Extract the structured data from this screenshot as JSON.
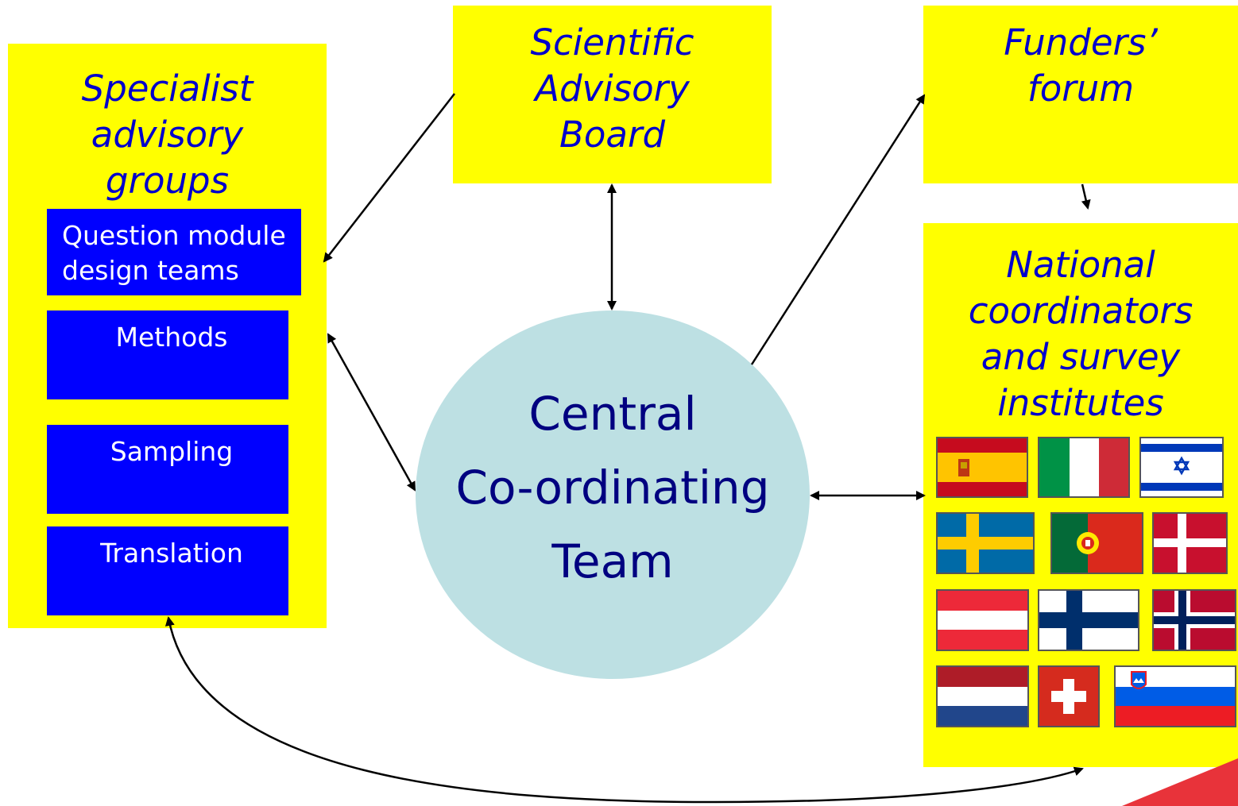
{
  "specialist": {
    "title": "Specialist\nadvisory\ngroups",
    "teams": [
      "Question module\ndesign teams",
      "Methods",
      "Sampling",
      "Translation"
    ]
  },
  "scientific_board": {
    "title": "Scientific\nAdvisory\nBoard"
  },
  "funders_forum": {
    "title": "Funders’\nforum"
  },
  "central_team": {
    "title": "Central\nCo-ordinating\nTeam"
  },
  "national": {
    "title": "National\ncoordinators\nand survey\ninstitutes",
    "flags": [
      "spain-flag",
      "italy-flag",
      "israel-flag",
      "sweden-flag",
      "portugal-flag",
      "denmark-flag",
      "austria-flag",
      "finland-flag",
      "norway-flag",
      "netherlands-flag",
      "switzerland-flag",
      "slovenia-flag"
    ]
  },
  "colors": {
    "box_fill": "#ffff00",
    "team_fill": "#0000ff",
    "circle_fill": "#bde0e3",
    "title_text": "#0000cc",
    "central_text": "#000080",
    "corner_accent": "#e8333a"
  }
}
